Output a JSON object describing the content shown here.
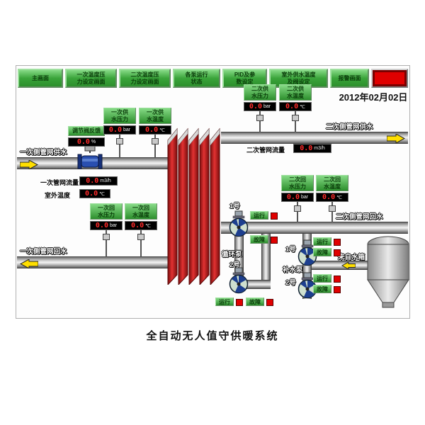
{
  "colors": {
    "button_green": "#3aa43a",
    "alarm_red": "#e00000",
    "display_value_red": "#ff2a2a",
    "pipe_gray": "#b8b8b8",
    "exchanger_red": "#d42a2a",
    "arrow_yellow": "#ffdf00"
  },
  "nav": {
    "buttons": [
      "主画面",
      "一次温度压力设定画面",
      "二次温度压力设定画面",
      "各泵运行状态",
      "PID及参数设定",
      "室外供水温度及阀设定",
      "报警画面"
    ],
    "date": "2012年02月02日"
  },
  "meters": {
    "valve_feedback": {
      "label": "调节阀反馈",
      "value": "0.0",
      "unit": "%"
    },
    "p1_supply_pressure": {
      "label": "一次供水压力",
      "value": "0.0",
      "unit": "bar"
    },
    "p1_supply_temp": {
      "label": "一次供水温度",
      "value": "0.0",
      "unit": "℃"
    },
    "p2_supply_pressure": {
      "label": "二次供水压力",
      "value": "0.0",
      "unit": "bar"
    },
    "p2_supply_temp": {
      "label": "二次供水温度",
      "value": "0.0",
      "unit": "℃"
    },
    "p1_return_pressure": {
      "label": "一次回水压力",
      "value": "0.0",
      "unit": "bar"
    },
    "p1_return_temp": {
      "label": "一次回水温度",
      "value": "0.0",
      "unit": "℃"
    },
    "p2_return_pressure": {
      "label": "二次回水压力",
      "value": "0.0",
      "unit": "bar"
    },
    "p2_return_temp": {
      "label": "二次回水温度",
      "value": "0.0",
      "unit": "℃"
    },
    "p1_flow": {
      "label": "一次管网流量",
      "value": "0.0",
      "unit": "m3/h"
    },
    "p2_flow": {
      "label": "二次管网流量",
      "value": "0.0",
      "unit": "m3/h"
    },
    "outdoor_temp": {
      "label": "室外温度",
      "value": "0.0",
      "unit": "℃"
    }
  },
  "pipes": {
    "p1_supply": "一次侧管网供水",
    "p2_supply": "二次侧管网供水",
    "p1_return": "一次侧管网回水",
    "p2_return": "二次侧管网回水",
    "from_tank": "来自水箱"
  },
  "pumps": {
    "circulation": "循环泵",
    "makeup": "补水泵",
    "no1": "1号",
    "no2": "2号",
    "run": "运行",
    "fault": "故障"
  },
  "caption": "全自动无人值守供暖系统"
}
